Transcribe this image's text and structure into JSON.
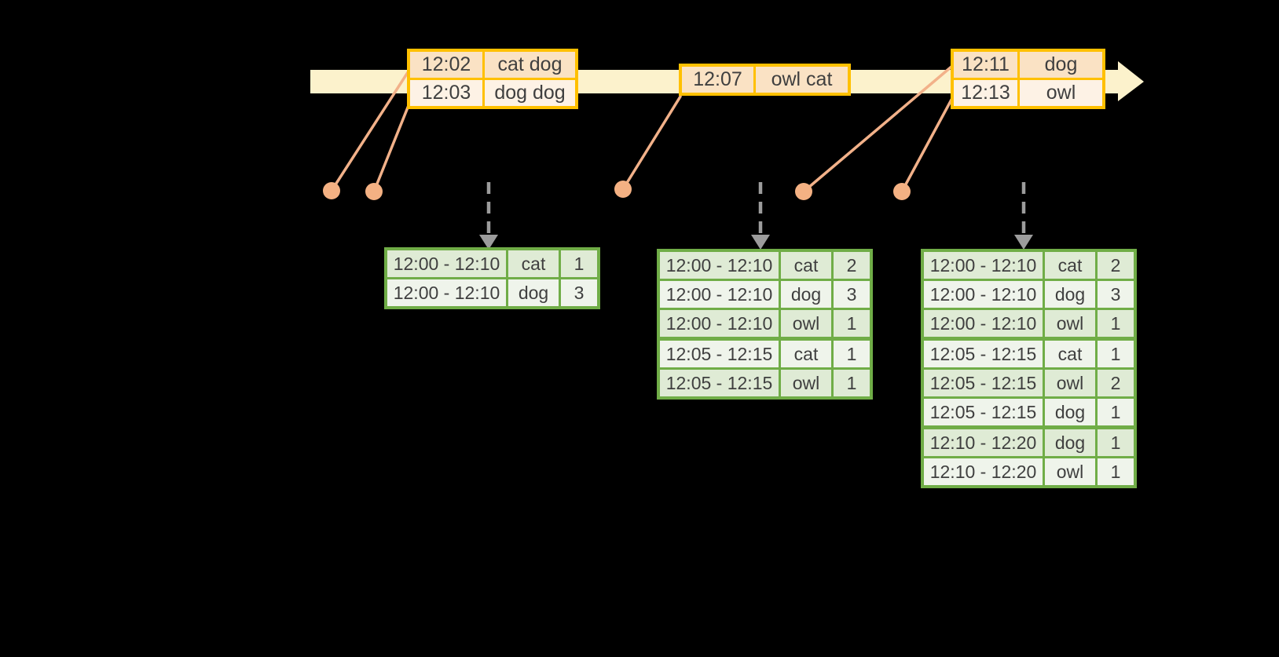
{
  "diagram": {
    "kind": "windowed-streaming-aggregation-timeline",
    "event_tables": [
      {
        "name": "events-at-12-02",
        "rows": [
          {
            "time": "12:02",
            "words": "cat dog"
          },
          {
            "time": "12:03",
            "words": "dog dog"
          }
        ]
      },
      {
        "name": "events-at-12-07",
        "rows": [
          {
            "time": "12:07",
            "words": "owl cat"
          }
        ]
      },
      {
        "name": "events-at-12-11",
        "rows": [
          {
            "time": "12:11",
            "words": "dog"
          },
          {
            "time": "12:13",
            "words": "owl"
          }
        ]
      }
    ],
    "result_tables": [
      {
        "name": "result-table-1",
        "rows": [
          {
            "window": "12:00 - 12:10",
            "word": "cat",
            "count": "1"
          },
          {
            "window": "12:00 - 12:10",
            "word": "dog",
            "count": "3"
          }
        ]
      },
      {
        "name": "result-table-2",
        "rows": [
          {
            "window": "12:00 - 12:10",
            "word": "cat",
            "count": "2"
          },
          {
            "window": "12:00 - 12:10",
            "word": "dog",
            "count": "3"
          },
          {
            "window": "12:00 - 12:10",
            "word": "owl",
            "count": "1"
          },
          {
            "window": "12:05 - 12:15",
            "word": "cat",
            "count": "1"
          },
          {
            "window": "12:05 - 12:15",
            "word": "owl",
            "count": "1"
          }
        ]
      },
      {
        "name": "result-table-3",
        "rows": [
          {
            "window": "12:00 - 12:10",
            "word": "cat",
            "count": "2"
          },
          {
            "window": "12:00 - 12:10",
            "word": "dog",
            "count": "3"
          },
          {
            "window": "12:00 - 12:10",
            "word": "owl",
            "count": "1"
          },
          {
            "window": "12:05 - 12:15",
            "word": "cat",
            "count": "1"
          },
          {
            "window": "12:05 - 12:15",
            "word": "owl",
            "count": "2"
          },
          {
            "window": "12:05 - 12:15",
            "word": "dog",
            "count": "1"
          },
          {
            "window": "12:10 - 12:20",
            "word": "dog",
            "count": "1"
          },
          {
            "window": "12:10 - 12:20",
            "word": "owl",
            "count": "1"
          }
        ]
      }
    ],
    "icons": {
      "timeline_arrow": "right-arrow-band",
      "event_dot": "filled-circle",
      "trigger_arrow": "dashed-down-arrow",
      "connector_line": "diagonal-line"
    },
    "colors": {
      "background": "#000000",
      "timeline": "#FCF2CC",
      "event_border": "#FFC000",
      "event_row_dark": "#FAE2C4",
      "event_row_light": "#FDF2E5",
      "result_border": "#70AD47",
      "result_row_dark": "#DFEBD5",
      "result_row_light": "#EFF4EB",
      "dot": "#F4B183",
      "trigger_arrow": "#9C9C9C",
      "text": "#3F3F3F"
    }
  }
}
